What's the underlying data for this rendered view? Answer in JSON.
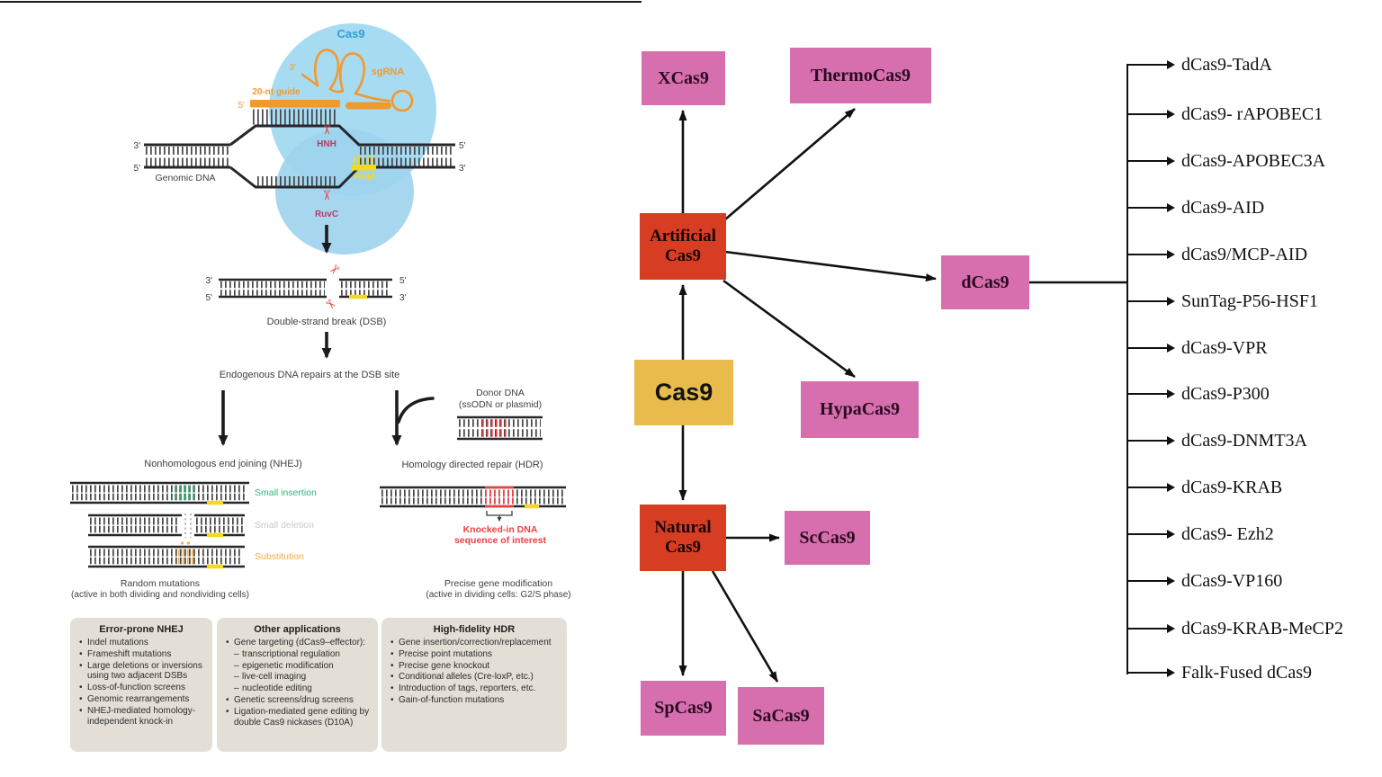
{
  "page": {
    "top_rule_color": "#1a1a1a"
  },
  "left": {
    "cas9": "Cas9",
    "sgrna": "sgRNA",
    "guide": "20-nt guide",
    "five_prime": "5'",
    "three_prime": "3'",
    "hnh": "HNH",
    "ruvc": "RuvC",
    "pam": "PAM",
    "genomic_dna": "Genomic DNA",
    "dsb": "Double-strand break (DSB)",
    "endogenous": "Endogenous DNA repairs at the DSB site",
    "donor_line1": "Donor DNA",
    "donor_line2": "(ssODN or plasmid)",
    "nhej_title": "Nonhomologous end joining (NHEJ)",
    "small_insertion": "Small insertion",
    "small_deletion": "Small deletion",
    "substitution": "Substitution",
    "random_line1": "Random mutations",
    "random_line2": "(active in both dividing and nondividing cells)",
    "hdr_title": "Homology directed repair (HDR)",
    "knockin_line1": "Knocked-in DNA",
    "knockin_line2": "sequence of interest",
    "precise_line1": "Precise gene modification",
    "precise_line2": "(active in dividing cells: G2/S phase)",
    "scissors_icon": "✂",
    "colors": {
      "cas9_blob": "#a6dbf2",
      "sgrna_orange": "#f2992e",
      "scissors_red": "#ed4542",
      "nuclease_label": "#b53a64",
      "pam_yellow": "#f5d91b",
      "insertion_green": "#3dba7e",
      "deletion_gray": "#c9c9c9",
      "substitution_orange": "#f5a94a",
      "knockin_red": "#ee3f43",
      "info_box_bg": "#e4dfd6"
    }
  },
  "info_boxes": [
    {
      "title": "Error-prone NHEJ",
      "items": [
        "Indel mutations",
        "Frameshift mutations",
        "Large deletions or inversions using two adjacent DSBs",
        "Loss-of-function screens",
        "Genomic rearrangements",
        "NHEJ-mediated homology-independent knock-in"
      ]
    },
    {
      "title": "Other applications",
      "items": [
        "Gene targeting (dCas9–effector):",
        "transcriptional regulation",
        "epigenetic modification",
        "live-cell imaging",
        "nucleotide editing",
        "Genetic screens/drug screens",
        "Ligation-mediated gene editing by double Cas9 nickases (D10A)"
      ]
    },
    {
      "title": "High-fidelity HDR",
      "items": [
        "Gene insertion/correction/replacement",
        "Precise point mutations",
        "Precise gene knockout",
        "Conditional alleles (Cre-loxP, etc.)",
        "Introduction of tags, reporters, etc.",
        "Gain-of-function mutations"
      ]
    }
  ],
  "flow": {
    "root": "Cas9",
    "artificial_line1": "Artificial",
    "artificial_line2": "Cas9",
    "natural_line1": "Natural",
    "natural_line2": "Cas9",
    "xcas9": "XCas9",
    "thermocas9": "ThermoCas9",
    "dcas9": "dCas9",
    "hypacas9": "HypaCas9",
    "sccas9": "ScCas9",
    "spcas9": "SpCas9",
    "sacas9": "SaCas9",
    "fusions": [
      "dCas9-TadA",
      "dCas9- rAPOBEC1",
      "dCas9-APOBEC3A",
      "dCas9-AID",
      "dCas9/MCP-AID",
      "SunTag-P56-HSF1",
      "dCas9-VPR",
      "dCas9-P300",
      "dCas9-DNMT3A",
      "dCas9-KRAB",
      "dCas9- Ezh2",
      "dCas9-VP160",
      "dCas9-KRAB-MeCP2",
      "Falk-Fused dCas9"
    ],
    "colors": {
      "root_bg": "#e9bb4d",
      "category_bg": "#d63d22",
      "variant_bg": "#d76fae",
      "arrow": "#111111"
    }
  }
}
